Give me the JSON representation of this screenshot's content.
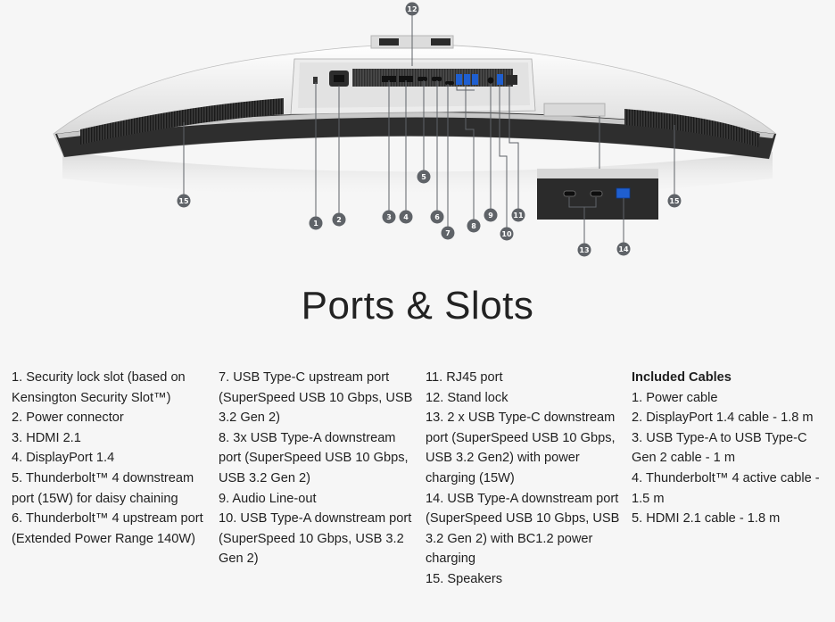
{
  "page": {
    "title": "Ports & Slots"
  },
  "diagram": {
    "callouts": [
      "1",
      "2",
      "3",
      "4",
      "5",
      "6",
      "7",
      "8",
      "9",
      "10",
      "11",
      "12",
      "13",
      "14",
      "15",
      "15"
    ]
  },
  "columns": [
    {
      "items": [
        "1. Security lock slot (based on Kensington Security Slot™)",
        "2. Power connector",
        "3. HDMI 2.1",
        "4. DisplayPort 1.4",
        "5. Thunderbolt™ 4 downstream port (15W) for daisy chaining",
        "6. Thunderbolt™ 4 upstream port (Extended Power Range 140W)"
      ]
    },
    {
      "items": [
        "7. USB Type-C upstream port (SuperSpeed USB 10 Gbps, USB 3.2 Gen 2)",
        "8. 3x USB Type-A downstream port (SuperSpeed USB 10 Gbps, USB 3.2 Gen 2)",
        "9. Audio Line-out",
        "10. USB Type-A downstream port (SuperSpeed 10 Gbps, USB 3.2 Gen 2)"
      ]
    },
    {
      "items": [
        "11. RJ45 port",
        "12. Stand lock",
        "13. 2 x USB Type-C downstream port (SuperSpeed USB 10 Gbps, USB 3.2 Gen2) with power charging (15W)",
        "14. USB Type-A downstream port (SuperSpeed USB 10 Gbps, USB 3.2 Gen 2) with BC1.2 power charging",
        "15. Speakers"
      ]
    },
    {
      "heading": "Included Cables",
      "items": [
        "1. Power cable",
        "2. DisplayPort 1.4 cable - 1.8 m",
        "3. USB Type-A to USB Type-C Gen 2 cable - 1 m",
        "4. Thunderbolt™ 4 active cable - 1.5 m",
        "5. HDMI 2.1 cable - 1.8 m"
      ]
    }
  ]
}
